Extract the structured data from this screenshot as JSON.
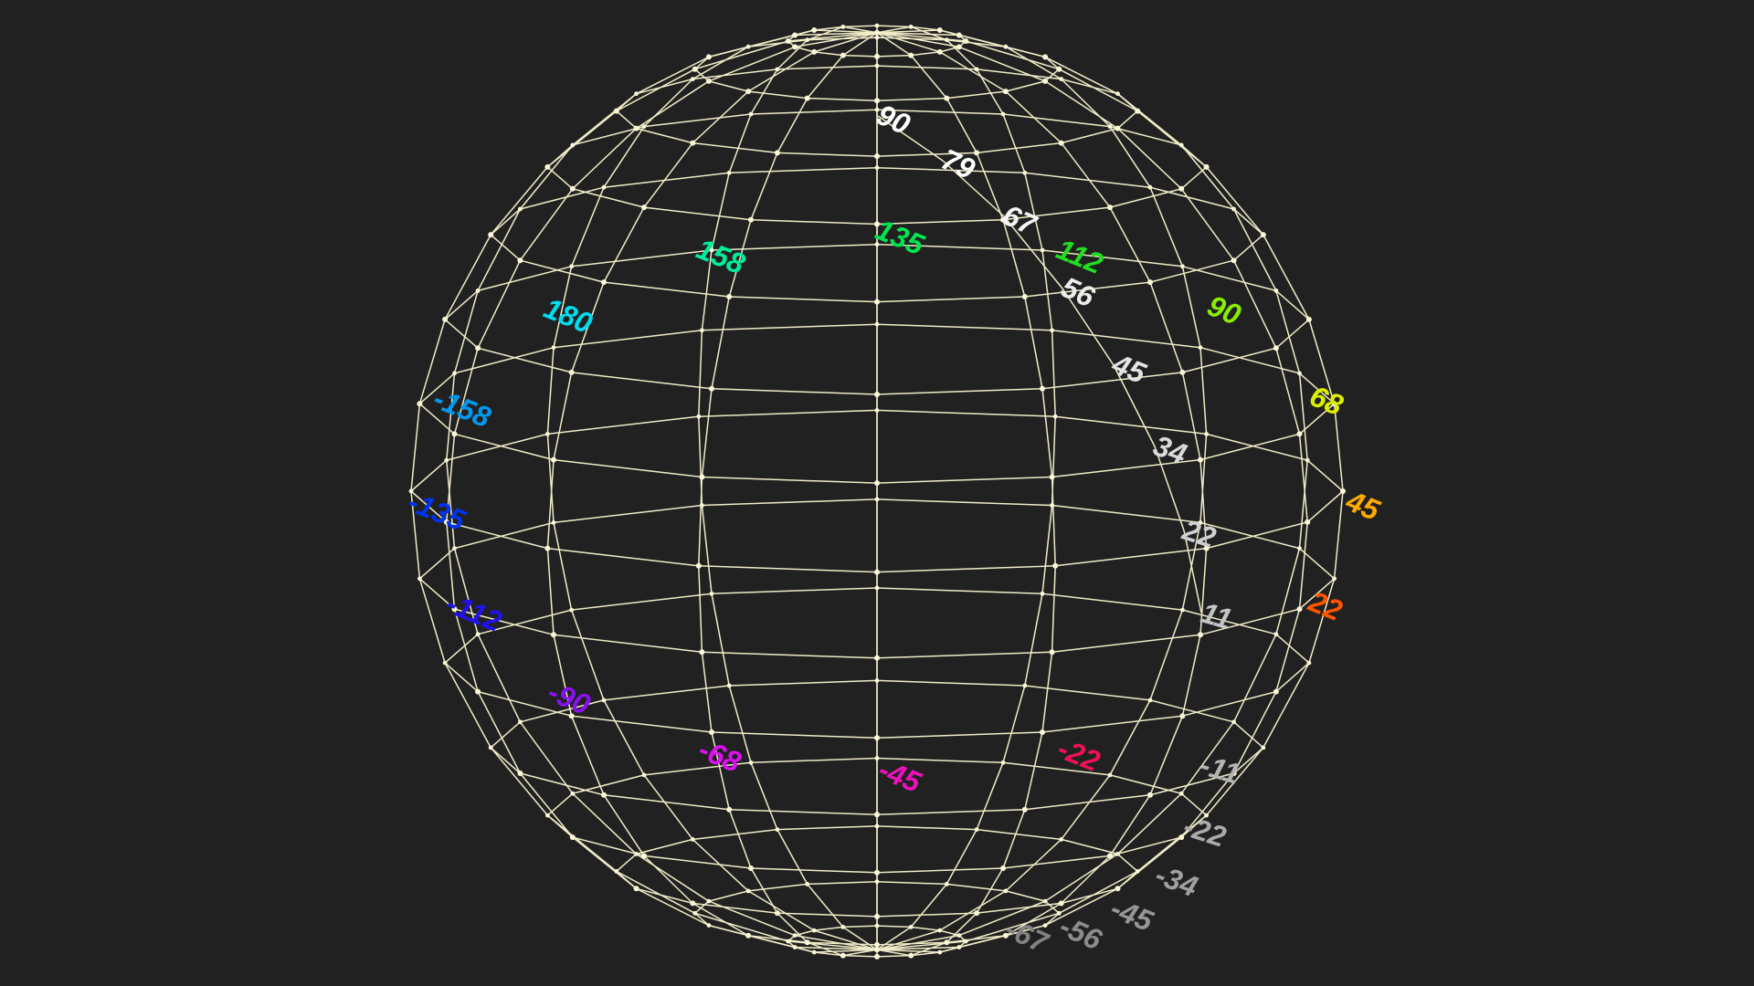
{
  "colors": {
    "background": "#212121",
    "wireframe": "#f0ecc8",
    "vertex": "#fbf7d9"
  },
  "sphere": {
    "latitudes": [
      90,
      79,
      67,
      56,
      45,
      34,
      22,
      11,
      -11,
      -22,
      -34,
      -45,
      -56,
      -67
    ],
    "latitude_labels": [
      {
        "text": "90",
        "color": "#ffffff"
      },
      {
        "text": "79",
        "color": "#ffffff"
      },
      {
        "text": "67",
        "color": "#f4f4f4"
      },
      {
        "text": "56",
        "color": "#ececec"
      },
      {
        "text": "45",
        "color": "#e4e4e4"
      },
      {
        "text": "34",
        "color": "#dadada"
      },
      {
        "text": "22",
        "color": "#d0d0d0"
      },
      {
        "text": "11",
        "color": "#c4c4c4"
      },
      {
        "text": "-11",
        "color": "#b4b4b4"
      },
      {
        "text": "-22",
        "color": "#aaaaaa"
      },
      {
        "text": "-34",
        "color": "#a0a0a0"
      },
      {
        "text": "-45",
        "color": "#969696"
      },
      {
        "text": "-56",
        "color": "#8c8c8c"
      },
      {
        "text": "-67",
        "color": "#828282"
      }
    ],
    "longitude_labels": [
      {
        "text": "135",
        "color": "#00e64e"
      },
      {
        "text": "112",
        "color": "#22dd22"
      },
      {
        "text": "90",
        "color": "#88ee00"
      },
      {
        "text": "68",
        "color": "#ddee00"
      },
      {
        "text": "45",
        "color": "#ffaa00"
      },
      {
        "text": "22",
        "color": "#ff5500"
      },
      {
        "text": "-22",
        "color": "#ee1155"
      },
      {
        "text": "-45",
        "color": "#ee11bb"
      },
      {
        "text": "-68",
        "color": "#dd11ee"
      },
      {
        "text": "-90",
        "color": "#8811ee"
      },
      {
        "text": "-112",
        "color": "#2211ee"
      },
      {
        "text": "-135",
        "color": "#0033ee"
      },
      {
        "text": "-158",
        "color": "#0099ee"
      },
      {
        "text": "180",
        "color": "#00ddee"
      },
      {
        "text": "158",
        "color": "#00ee99"
      }
    ]
  }
}
